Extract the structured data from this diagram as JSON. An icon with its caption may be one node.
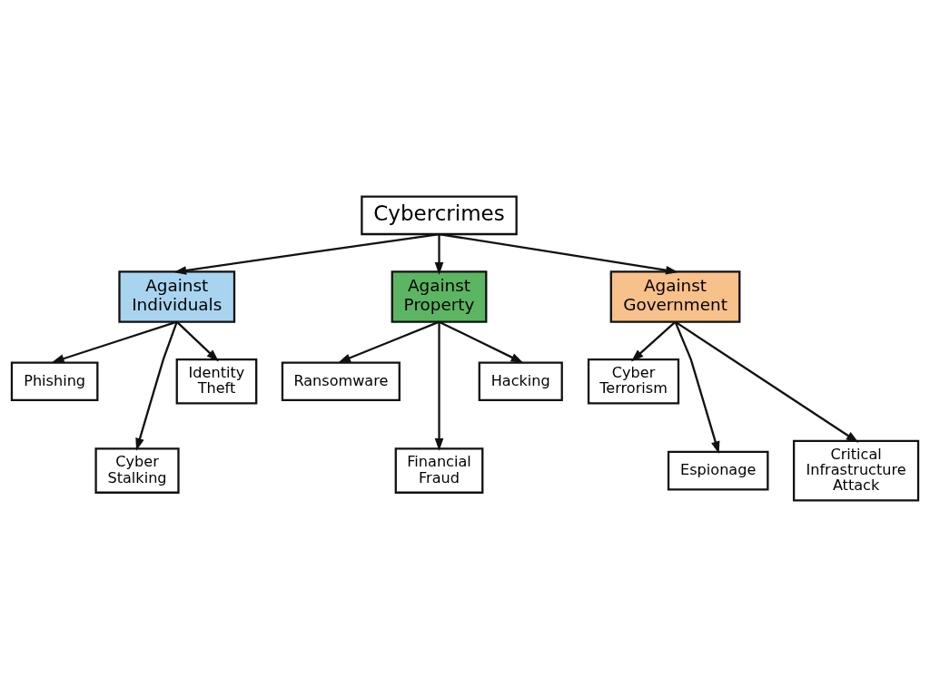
{
  "diagram": {
    "nodes": [
      {
        "text": [
          "Cybercrimes"
        ]
      },
      {
        "text": [
          "Against Individuals"
        ]
      },
      {
        "text": [
          "Against Property"
        ]
      },
      {
        "text": [
          "Against Government"
        ]
      },
      {
        "text": [
          "Phishing"
        ]
      },
      {
        "text": [
          "Identity Theft"
        ]
      },
      {
        "text": [
          "Ransomware"
        ]
      },
      {
        "text": [
          "Hacking"
        ]
      },
      {
        "text": [
          "Cyber Terrorism"
        ]
      },
      {
        "text": [
          "Cyber Stalking"
        ]
      },
      {
        "text": [
          "Financial Fraud"
        ]
      },
      {
        "text": [
          "Espionage"
        ]
      },
      {
        "text": [
          "Critical Infrastructure Attack"
        ]
      }
    ],
    "edges": [
      {
        "from": 0,
        "to": 1,
        "arrow": "to"
      },
      {
        "from": 0,
        "to": 2,
        "arrow": "to"
      },
      {
        "from": 0,
        "to": 3,
        "arrow": "to"
      },
      {
        "from": 1,
        "to": 4,
        "arrow": "to"
      },
      {
        "from": 1,
        "to": 9,
        "arrow": "to"
      },
      {
        "from": 1,
        "to": 5,
        "arrow": "to"
      },
      {
        "from": 2,
        "to": 6,
        "arrow": "to"
      },
      {
        "from": 2,
        "to": 10,
        "arrow": "to"
      },
      {
        "from": 2,
        "to": 7,
        "arrow": "to"
      },
      {
        "from": 3,
        "to": 8,
        "arrow": "to"
      },
      {
        "from": 3,
        "to": 11,
        "arrow": "to"
      },
      {
        "from": 3,
        "to": 12,
        "arrow": "to"
      }
    ]
  }
}
